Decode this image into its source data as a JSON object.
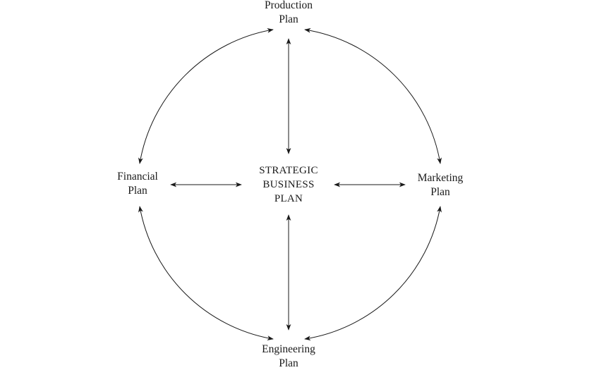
{
  "diagram": {
    "center": {
      "lines": [
        "STRATEGIC",
        "BUSINESS",
        "PLAN"
      ]
    },
    "nodes": {
      "production": {
        "lines": [
          "Production",
          "Plan"
        ]
      },
      "financial": {
        "lines": [
          "Financial",
          "Plan"
        ]
      },
      "marketing": {
        "lines": [
          "Marketing",
          "Plan"
        ]
      },
      "engineering": {
        "lines": [
          "Engineering",
          "Plan"
        ]
      }
    },
    "line_color": "#1a1a1a"
  }
}
